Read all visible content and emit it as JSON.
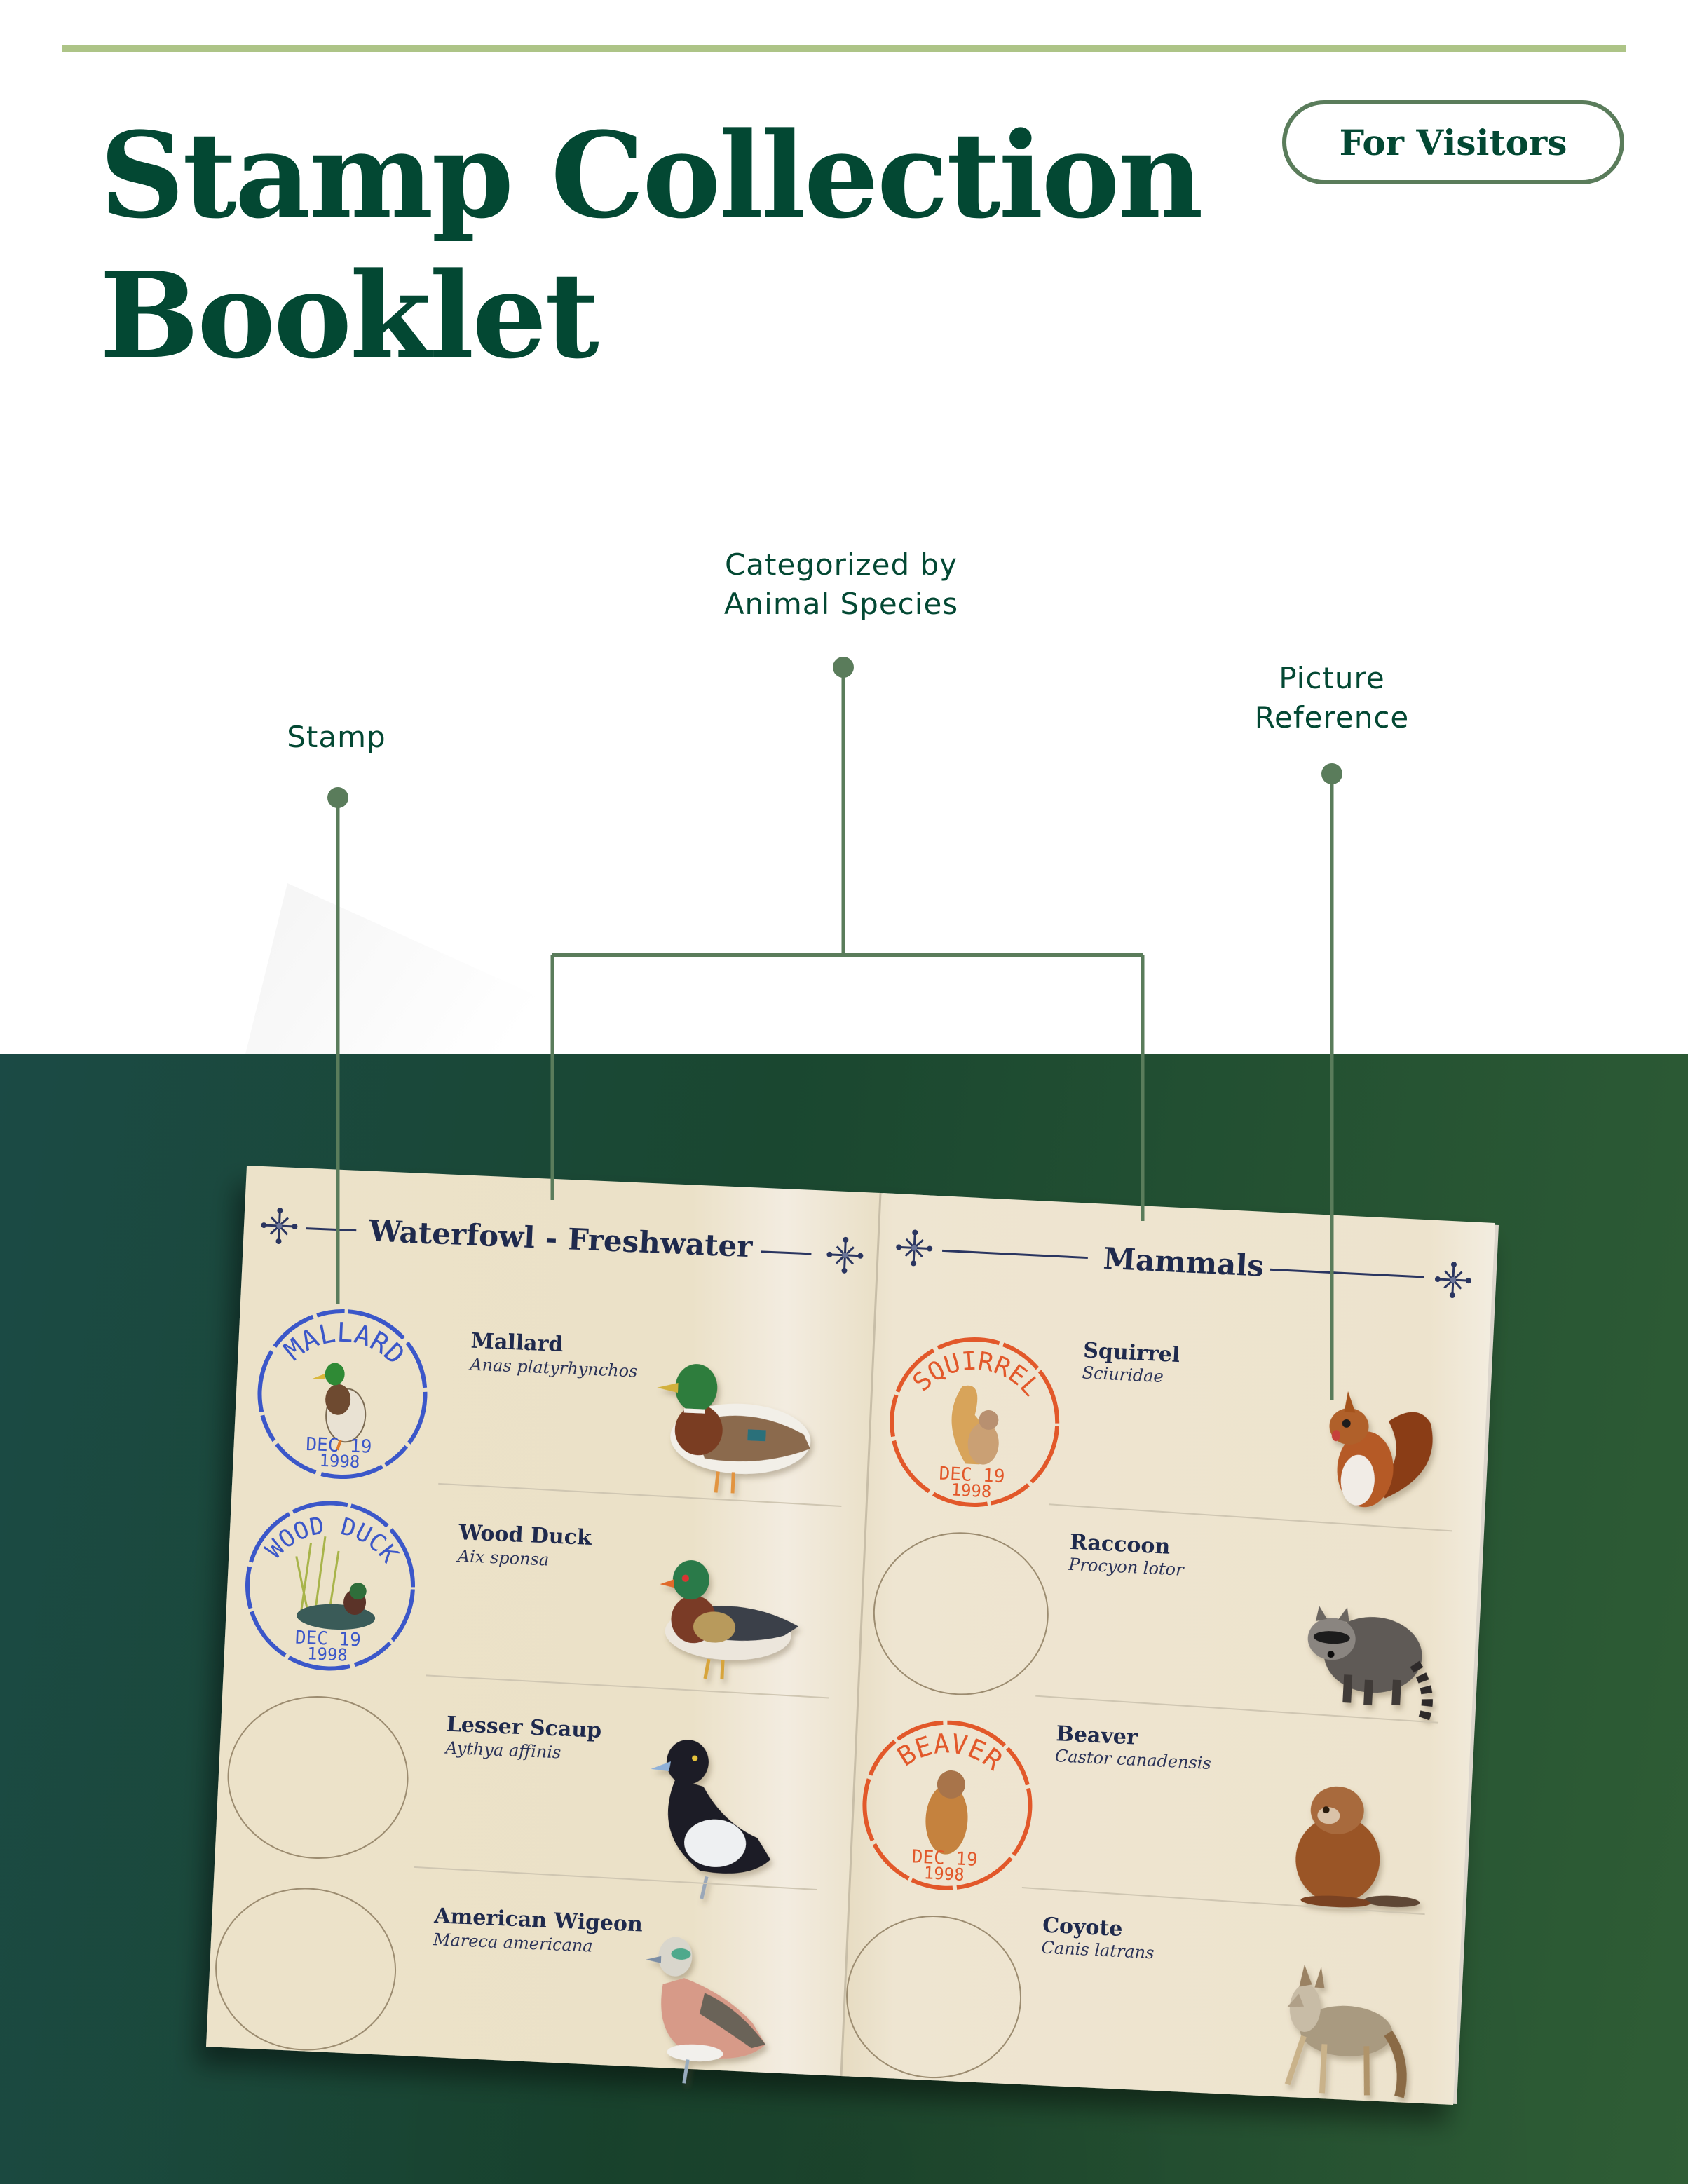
{
  "header": {
    "title_line1": "Stamp Collection",
    "title_line2": "Booklet",
    "audience_badge": "For Visitors"
  },
  "callouts": {
    "stamp": "Stamp",
    "category_line1": "Categorized by",
    "category_line2": "Animal Species",
    "picture_line1": "Picture",
    "picture_line2": "Reference"
  },
  "colors": {
    "brand_dark_green": "#034833",
    "accent_sage": "#adc487",
    "connector_green": "#5a7c5b",
    "page_cream": "#ede3cc",
    "ink_navy": "#1f2a4d",
    "stamp_blue": "#3b57c9",
    "stamp_orange": "#e2582a"
  },
  "booklet": {
    "left_page": {
      "category": "Waterfowl - Freshwater",
      "entries": [
        {
          "name": "Mallard",
          "scientific": "Anas platyrhynchos",
          "stamped": true,
          "stamp_label": "MALLARD",
          "stamp_date": "DEC 19",
          "stamp_year": "1998"
        },
        {
          "name": "Wood Duck",
          "scientific": "Aix sponsa",
          "stamped": true,
          "stamp_label": "WOOD DUCK",
          "stamp_date": "DEC 19",
          "stamp_year": "1998"
        },
        {
          "name": "Lesser Scaup",
          "scientific": "Aythya affinis",
          "stamped": false
        },
        {
          "name": "American Wigeon",
          "scientific": "Mareca americana",
          "stamped": false
        }
      ]
    },
    "right_page": {
      "category": "Mammals",
      "entries": [
        {
          "name": "Squirrel",
          "scientific": "Sciuridae",
          "stamped": true,
          "stamp_label": "SQUIRREL",
          "stamp_date": "DEC 19",
          "stamp_year": "1998"
        },
        {
          "name": "Raccoon",
          "scientific": "Procyon lotor",
          "stamped": false
        },
        {
          "name": "Beaver",
          "scientific": "Castor canadensis",
          "stamped": true,
          "stamp_label": "BEAVER",
          "stamp_date": "DEC 19",
          "stamp_year": "1998"
        },
        {
          "name": "Coyote",
          "scientific": "Canis latrans",
          "stamped": false
        }
      ]
    }
  }
}
